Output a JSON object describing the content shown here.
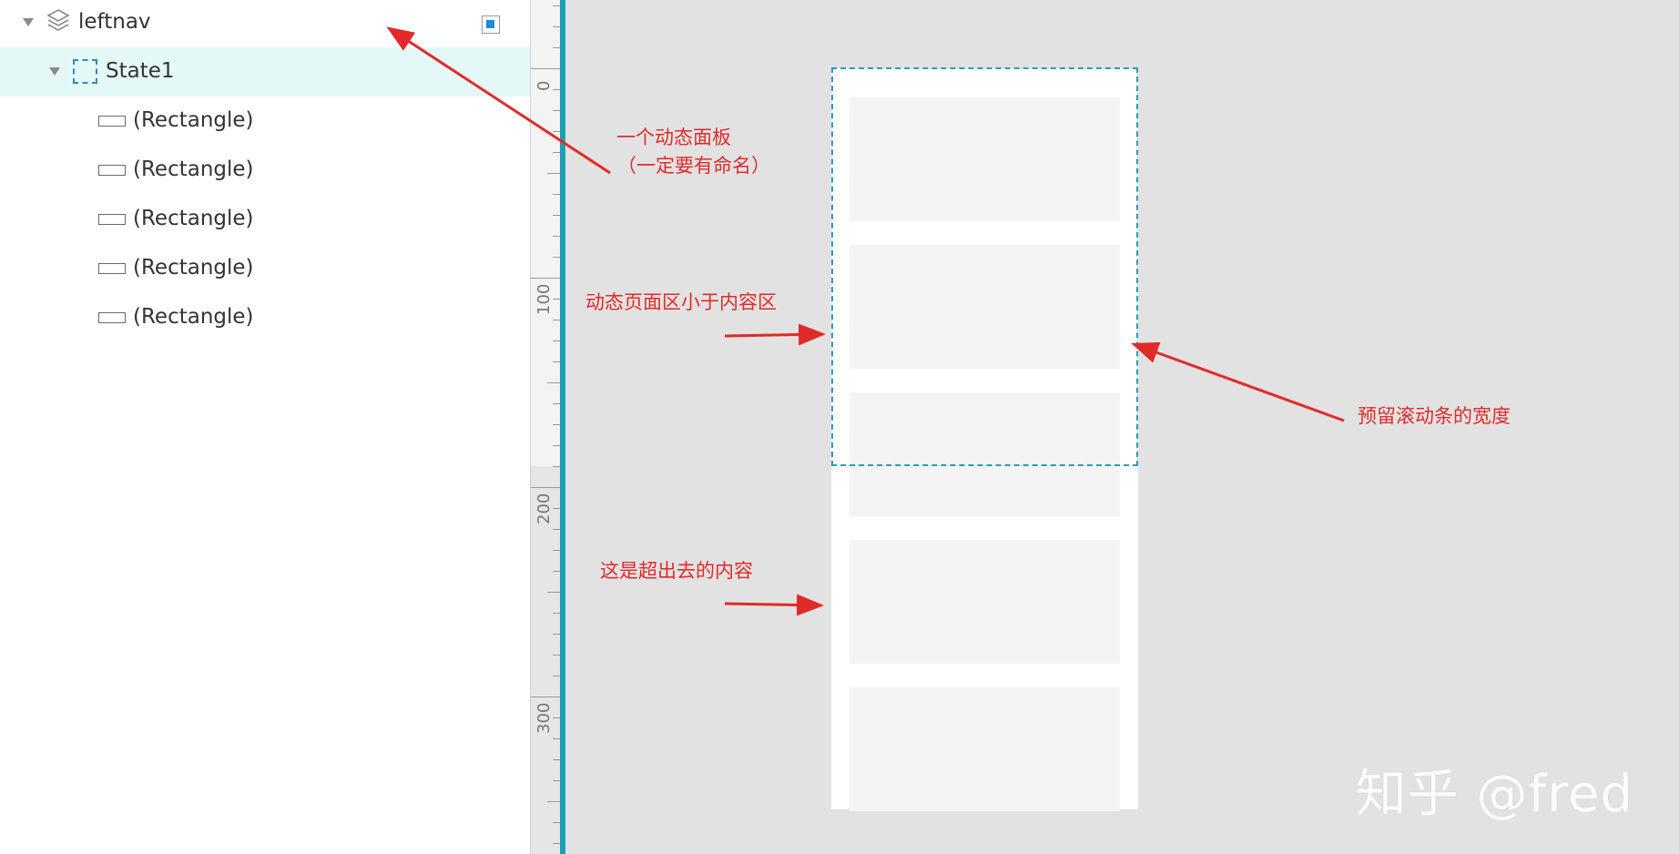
{
  "outline": {
    "root_label": "leftnav",
    "state_label": "State1",
    "items": [
      {
        "label": "(Rectangle)"
      },
      {
        "label": "(Rectangle)"
      },
      {
        "label": "(Rectangle)"
      },
      {
        "label": "(Rectangle)"
      },
      {
        "label": "(Rectangle)"
      }
    ]
  },
  "ruler": {
    "labels": [
      "0",
      "100",
      "200",
      "300"
    ]
  },
  "annotations": {
    "panel_note_line1": "一个动态面板",
    "panel_note_line2": "（一定要有命名）",
    "viewport_note": "动态页面区小于内容区",
    "scrollbar_note": "预留滚动条的宽度",
    "overflow_note": "这是超出去的内容"
  },
  "watermark": "知乎 @fred",
  "colors": {
    "accent": "#1d9fb4",
    "annotation": "#e12a2a",
    "selection": "#e5f8f8"
  }
}
